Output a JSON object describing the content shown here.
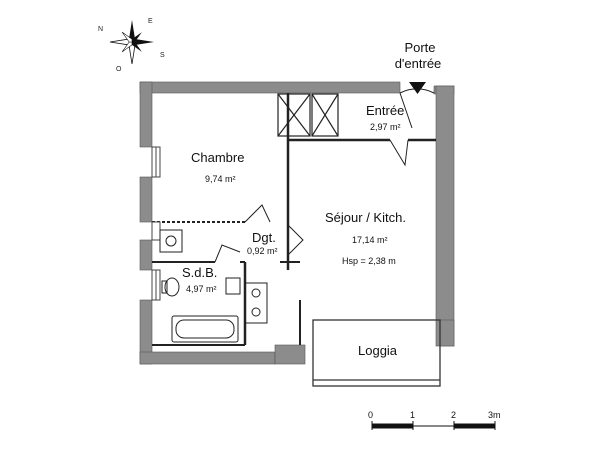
{
  "plan": {
    "entrance_label_line1": "Porte",
    "entrance_label_line2": "d'entrée",
    "compass": {
      "n": "N",
      "e": "E",
      "s": "S",
      "o": "O"
    },
    "rooms": {
      "entree": {
        "name": "Entrée",
        "area": "2,97 m²"
      },
      "chambre": {
        "name": "Chambre",
        "area": "9,74 m²"
      },
      "sejour": {
        "name": "Séjour / Kitch.",
        "area": "17,14 m²",
        "height": "Hsp = 2,38 m"
      },
      "dgt": {
        "name": "Dgt.",
        "area": "0,92 m²"
      },
      "sdb": {
        "name": "S.d.B.",
        "area": "4,97 m²"
      },
      "loggia": {
        "name": "Loggia"
      }
    },
    "scale": {
      "ticks": [
        "0",
        "1",
        "2",
        "3m"
      ]
    },
    "colors": {
      "wall": "#8c8c8c",
      "wall_stroke": "#555555"
    }
  }
}
